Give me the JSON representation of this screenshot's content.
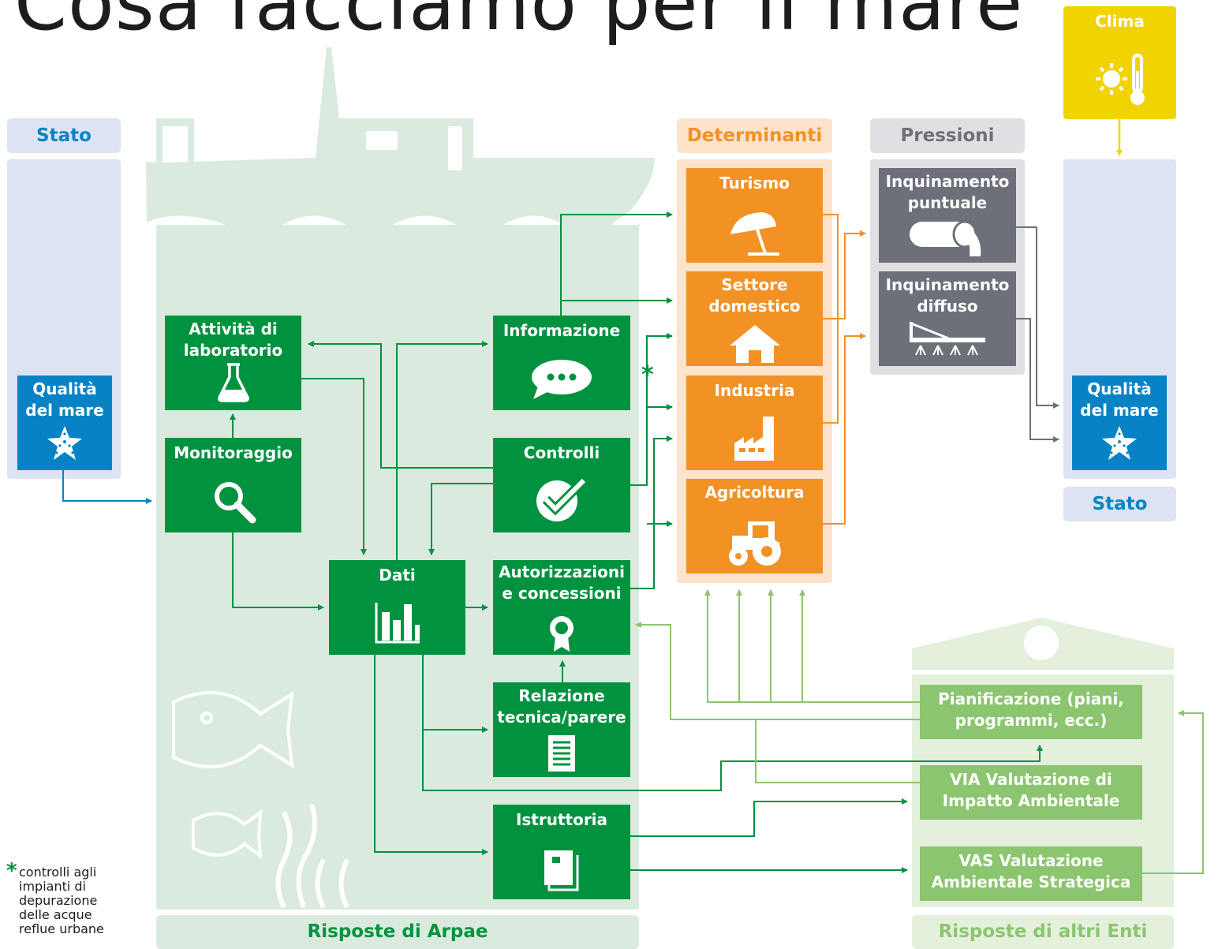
{
  "title": "Cosa facciamo per il mare",
  "colors": {
    "green": "#00923f",
    "orange": "#f29124",
    "grey": "#6d7079",
    "light_green": "#8cc56f",
    "blue": "#0783c5",
    "yellow": "#f1d300",
    "stato_bg": "#dde3f3"
  },
  "left_stato": {
    "header": "Stato",
    "box_label": "Qualità del mare",
    "icon": "starfish-icon"
  },
  "right_stato": {
    "footer": "Stato",
    "box_label": "Qualità del mare",
    "icon": "starfish-icon"
  },
  "clima": {
    "label": "Clima",
    "icon": "sun-thermometer-icon"
  },
  "arpae": {
    "footer": "Risposte di Arpae",
    "attivita": "Attività di laboratorio",
    "monitoraggio": "Monitoraggio",
    "dati": "Dati",
    "informazione": "Informazione",
    "controlli": "Controlli",
    "autorizzazioni": "Autorizzazioni e concessioni",
    "relazione": "Relazione tecnica/parere",
    "istruttoria": "Istruttoria"
  },
  "determinanti": {
    "header": "Determinanti",
    "items": [
      "Turismo",
      "Settore domestico",
      "Industria",
      "Agricoltura"
    ],
    "star": "*"
  },
  "pressioni": {
    "header": "Pressioni",
    "items": [
      "Inquinamento puntuale",
      "Inquinamento diffuso"
    ]
  },
  "altri_enti": {
    "footer": "Risposte di altri Enti",
    "items": [
      "Pianificazione (piani, programmi, ecc.)",
      "VIA Valutazione di Impatto Ambientale",
      "VAS Valutazione Ambientale Strategica"
    ]
  },
  "footnote": {
    "star": "*",
    "text": "controlli agli impianti di depurazione delle acque reflue urbane"
  }
}
